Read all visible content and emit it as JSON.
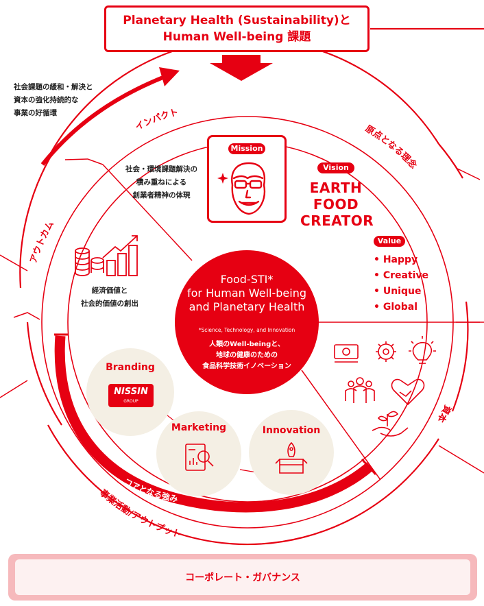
{
  "header": {
    "line1": "Planetary Health (Sustainability)と",
    "line2": "Human Well-being 課題"
  },
  "cycle": {
    "lines": [
      "社会課題の緩和・解決と",
      "資本の強化持続的な",
      "事業の好循環"
    ]
  },
  "ring_labels": {
    "impact": "インパクト",
    "philosophy": "原点となる理念",
    "outcome": "アウトカム",
    "capital": "資本",
    "business": "事業活動/アウトプット",
    "core": "コアとなる強み"
  },
  "impact_text": [
    "社会・環境課題解決の",
    "積み重ねによる",
    "創業者精神の体現"
  ],
  "mission": {
    "label": "Mission"
  },
  "vision": {
    "label": "Vision",
    "lines": [
      "EARTH",
      "FOOD",
      "CREATOR"
    ]
  },
  "value": {
    "label": "Value",
    "items": [
      "• Happy",
      "• Creative",
      "• Unique",
      "• Global"
    ]
  },
  "outcome_text": [
    "経済価値と",
    "社会的価値の創出"
  ],
  "center": {
    "title": [
      "Food-STI*",
      "for Human Well-being",
      "and Planetary Health"
    ],
    "note": "*Science, Technology, and Innovation",
    "jp": [
      "人類のWell-beingと、",
      "地球の健康のための",
      "食品科学技術イノベーション"
    ]
  },
  "strengths": {
    "branding": "Branding",
    "brand_logo": "NISSIN",
    "brand_logo_sub": "GROUP",
    "marketing": "Marketing",
    "innovation": "Innovation"
  },
  "footer": {
    "label": "コーポレート・ガバナンス"
  },
  "colors": {
    "accent": "#e60012",
    "bubble": "#f4efe4",
    "footer": "#f6b9bc"
  },
  "icons": [
    "coins-growth-icon",
    "money-icon",
    "gear-icon",
    "lightbulb-icon",
    "people-icon",
    "handshake-heart-icon",
    "sprout-hand-icon",
    "founder-portrait-icon",
    "analysis-document-icon",
    "rocket-box-icon"
  ]
}
